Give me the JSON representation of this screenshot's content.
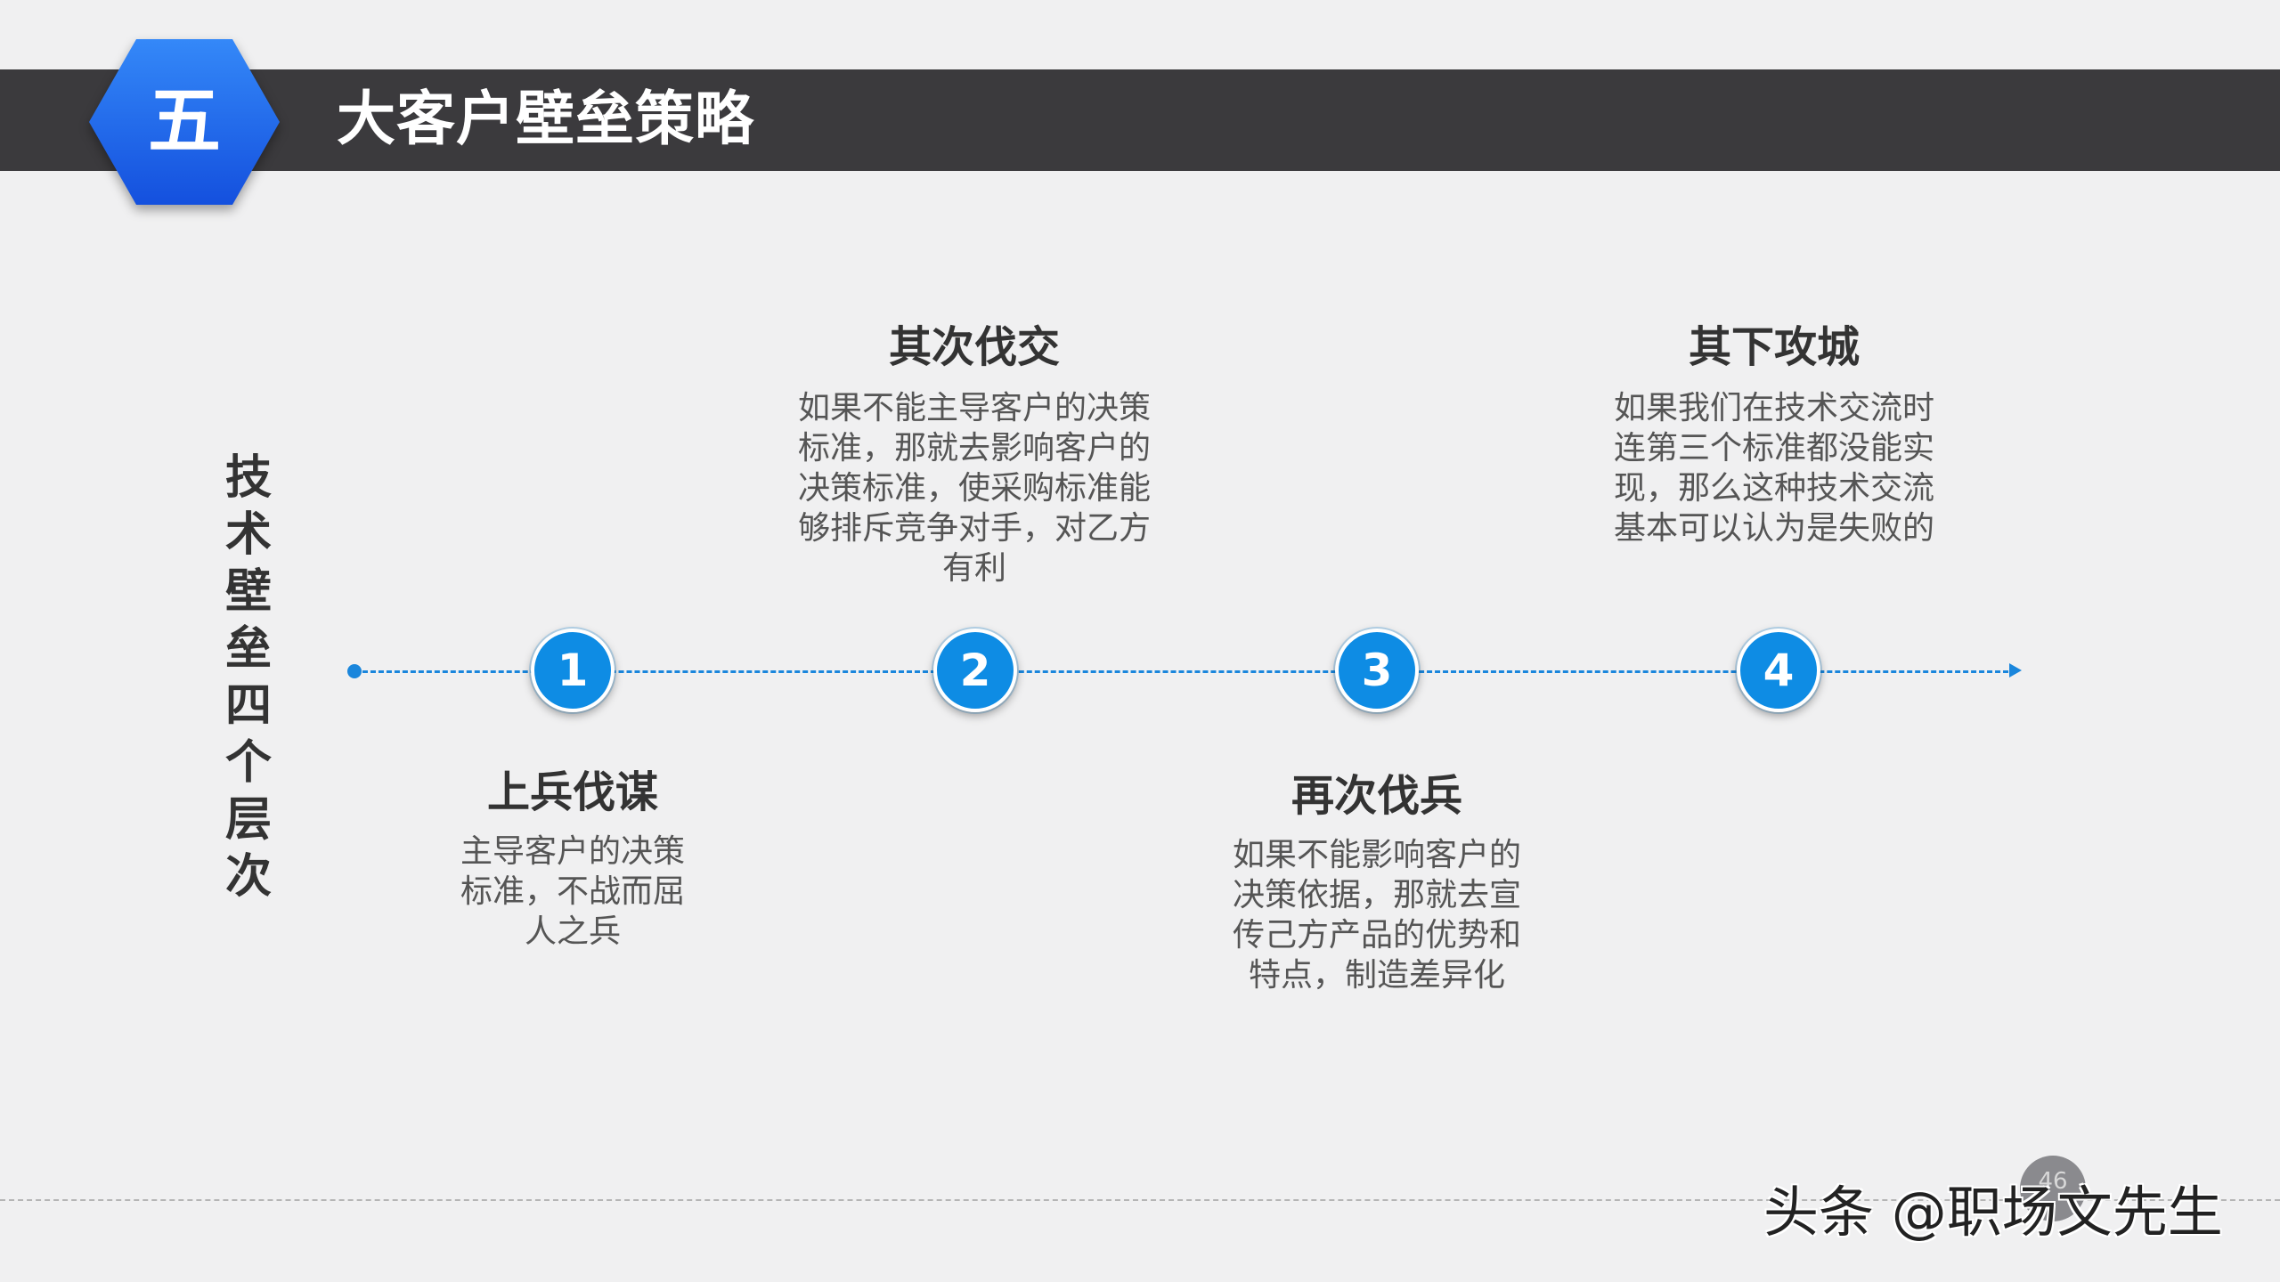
{
  "header": {
    "badge": "五",
    "title": "大客户壁垒策略",
    "badge_color_top": "#2f7cf6",
    "badge_color_bottom": "#1553e0",
    "bar_color": "#3b3a3d"
  },
  "side_title": "技术壁垒四个层次",
  "timeline": {
    "accent": "#0e8ce4",
    "steps": [
      {
        "number": "1",
        "title": "上兵伐谋",
        "desc": "主导客户的决策标准，不战而屈人之兵"
      },
      {
        "number": "2",
        "title": "其次伐交",
        "desc": "如果不能主导客户的决策标准，那就去影响客户的决策标准，使采购标准能够排斥竞争对手，对乙方有利"
      },
      {
        "number": "3",
        "title": "再次伐兵",
        "desc": "如果不能影响客户的决策依据，那就去宣传己方产品的优势和特点，制造差异化"
      },
      {
        "number": "4",
        "title": "其下攻城",
        "desc": "如果我们在技术交流时连第三个标准都没能实现，那么这种技术交流基本可以认为是失败的"
      }
    ]
  },
  "footer": {
    "page_number": "46",
    "watermark": "头条 @职场文先生"
  }
}
